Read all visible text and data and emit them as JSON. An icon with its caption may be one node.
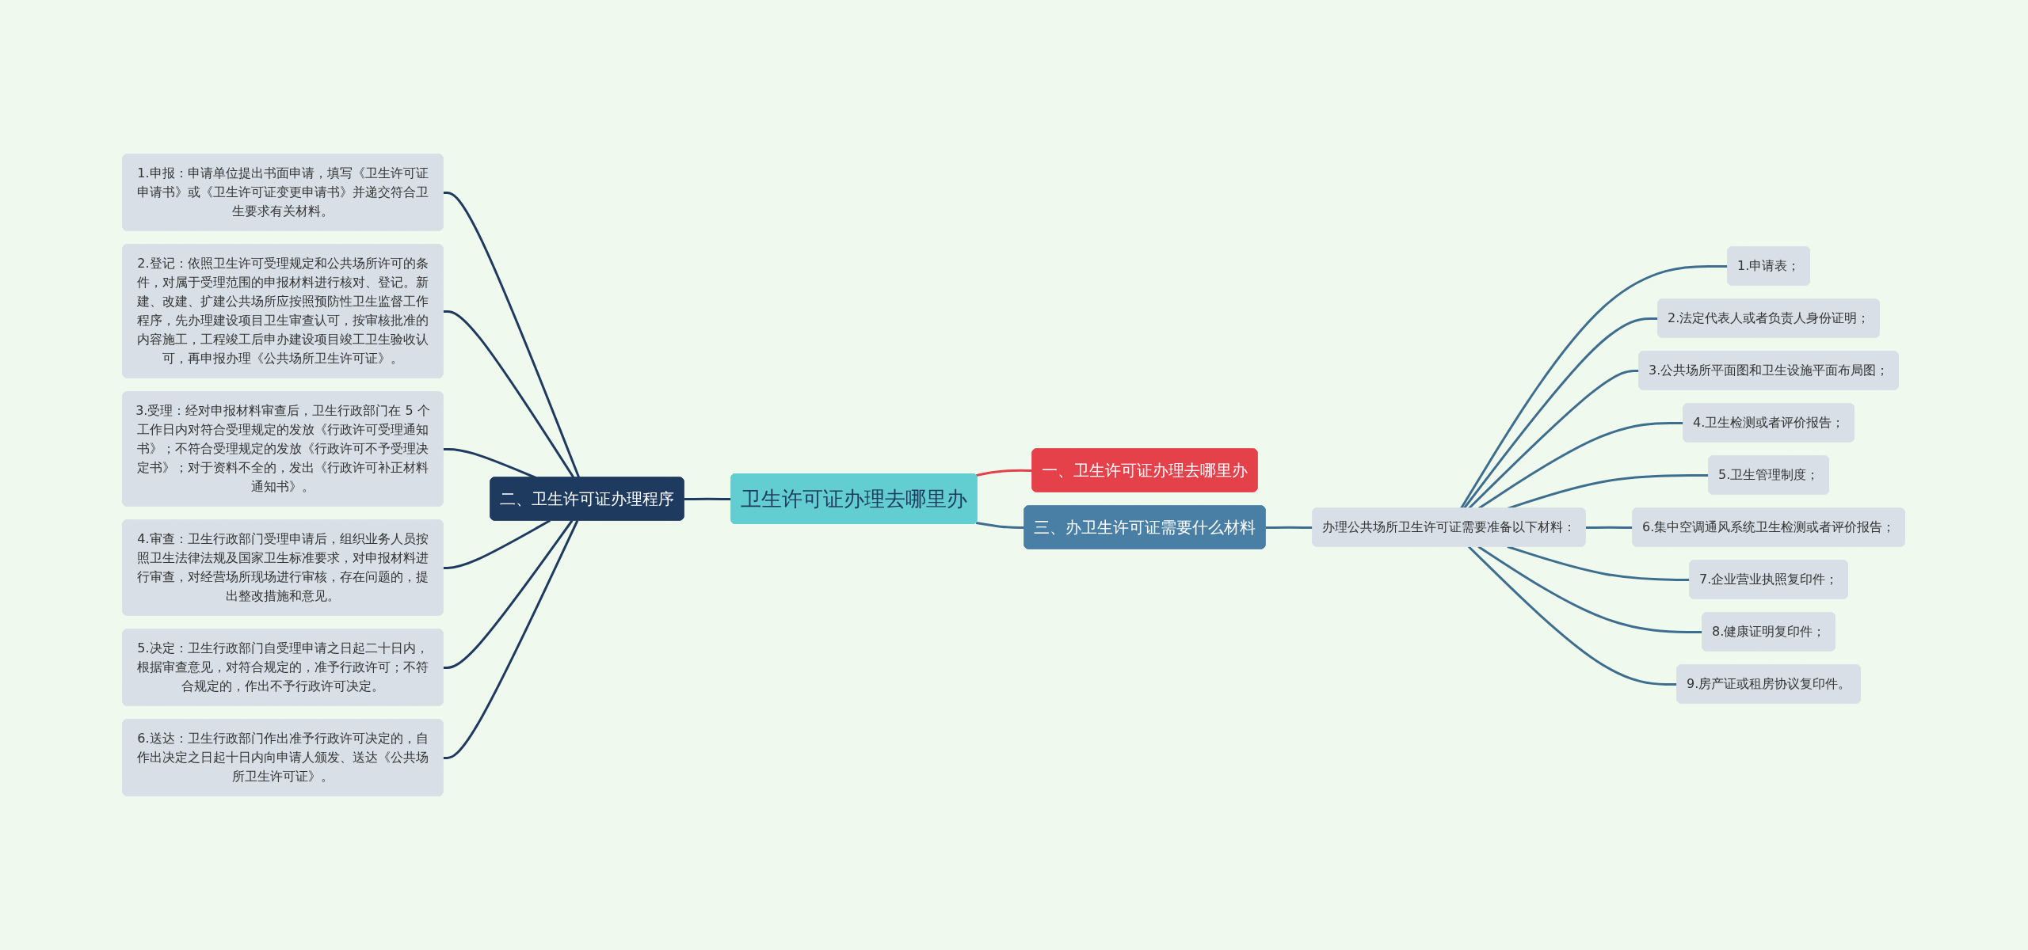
{
  "diagram": {
    "nodes": [
      {
        "text": [
          "卫生许可证办理去哪里办"
        ]
      },
      {
        "text": [
          "一、卫生许可证办理去哪里办"
        ]
      },
      {
        "text": [
          "二、卫生许可证办理程序"
        ]
      },
      {
        "text": [
          "1.申报：申请单位提出书面申请，填写《卫生许可证申请书》或《卫生许可证变更申请书》并递交符合卫生要求有关材料。"
        ]
      },
      {
        "text": [
          "2.登记：依照卫生许可受理规定和公共场所许可的条件，对属于受理范围的申报材料进行核对、登记。新建、改建、扩建公共场所应按照预防性卫生监督工作程序，先办理建设项目卫生审查认可，按审核批准的内容施工，工程竣工后申办建设项目竣工卫生验收认可，再申报办理《公共场所卫生许可证》。"
        ]
      },
      {
        "text": [
          "3.受理：经对申报材料审查后，卫生行政部门在 5 个工作日内对符合受理规定的发放《行政许可受理通知书》；不符合受理规定的发放《行政许可不予受理决定书》；对于资料不全的，发出《行政许可补正材料通知书》。"
        ]
      },
      {
        "text": [
          "4.审查：卫生行政部门受理申请后，组织业务人员按照卫生法律法规及国家卫生标准要求，对申报材料进行审查，对经营场所现场进行审核，存在问题的，提出整改措施和意见。"
        ]
      },
      {
        "text": [
          "5.决定：卫生行政部门自受理申请之日起二十日内，根据审查意见，对符合规定的，准予行政许可；不符合规定的，作出不予行政许可决定。"
        ]
      },
      {
        "text": [
          "6.送达：卫生行政部门作出准予行政许可决定的，自作出决定之日起十日内向申请人颁发、送达《公共场所卫生许可证》。"
        ]
      },
      {
        "text": [
          "三、办卫生许可证需要什么材料"
        ]
      },
      {
        "text": [
          "办理公共场所卫生许可证需要准备以下材料："
        ]
      },
      {
        "text": [
          "1.申请表；"
        ]
      },
      {
        "text": [
          "2.法定代表人或者负责人身份证明；"
        ]
      },
      {
        "text": [
          "3.公共场所平面图和卫生设施平面布局图；"
        ]
      },
      {
        "text": [
          "4.卫生检测或者评价报告；"
        ]
      },
      {
        "text": [
          "5.卫生管理制度；"
        ]
      },
      {
        "text": [
          "6.集中空调通风系统卫生检测或者评价报告；"
        ]
      },
      {
        "text": [
          "7.企业营业执照复印件；"
        ]
      },
      {
        "text": [
          "8.健康证明复印件；"
        ]
      },
      {
        "text": [
          "9.房产证或租房协议复印件。"
        ]
      }
    ],
    "edges": [
      {
        "from": 0,
        "to": 1,
        "arrow": "none",
        "color": "#e5414b"
      },
      {
        "from": 3,
        "to": 2,
        "arrow": "none",
        "color": "#1f3a5f"
      },
      {
        "from": 4,
        "to": 2,
        "arrow": "none",
        "color": "#1f3a5f"
      },
      {
        "from": 5,
        "to": 2,
        "arrow": "none",
        "color": "#1f3a5f"
      },
      {
        "from": 6,
        "to": 2,
        "arrow": "none",
        "color": "#1f3a5f"
      },
      {
        "from": 7,
        "to": 2,
        "arrow": "none",
        "color": "#1f3a5f"
      },
      {
        "from": 8,
        "to": 2,
        "arrow": "none",
        "color": "#1f3a5f"
      },
      {
        "from": 2,
        "to": 0,
        "arrow": "none",
        "color": "#1f3a5f"
      },
      {
        "from": 0,
        "to": 9,
        "arrow": "none"
      },
      {
        "from": 9,
        "to": 10,
        "arrow": "none"
      },
      {
        "from": 10,
        "to": 11,
        "arrow": "none"
      },
      {
        "from": 10,
        "to": 12,
        "arrow": "none"
      },
      {
        "from": 10,
        "to": 13,
        "arrow": "none"
      },
      {
        "from": 10,
        "to": 14,
        "arrow": "none"
      },
      {
        "from": 10,
        "to": 15,
        "arrow": "none"
      },
      {
        "from": 10,
        "to": 16,
        "arrow": "none"
      },
      {
        "from": 10,
        "to": 17,
        "arrow": "none"
      },
      {
        "from": 10,
        "to": 18,
        "arrow": "none"
      },
      {
        "from": 10,
        "to": 19,
        "arrow": "none"
      }
    ]
  }
}
